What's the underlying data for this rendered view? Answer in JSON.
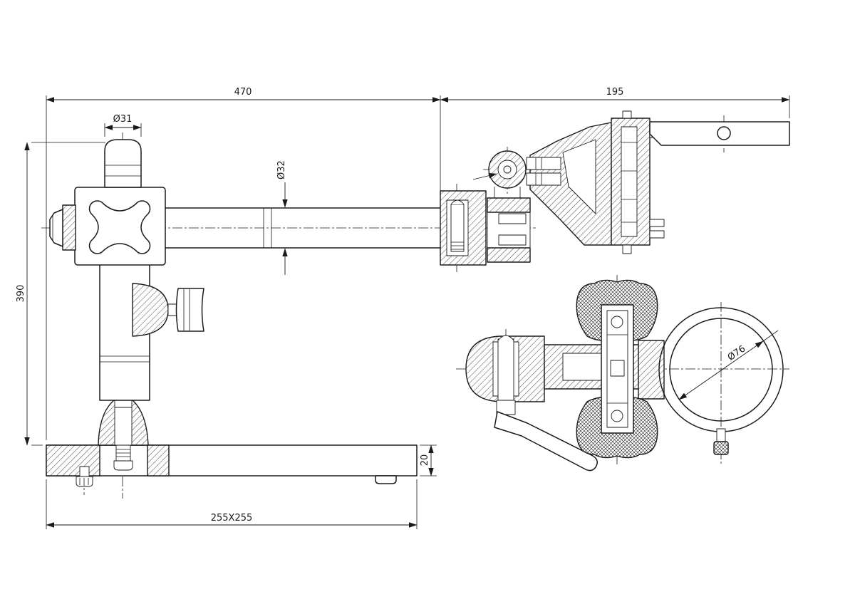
{
  "drawing": {
    "colors": {
      "line": "#1a1a1a",
      "background": "#ffffff"
    },
    "dimensions": {
      "arm_length": "470",
      "bracket_length": "195",
      "cap_diameter": "Ø31",
      "arm_diameter": "Ø32",
      "column_height": "390",
      "base_thickness": "20",
      "base_plan": "255X255",
      "ring_diameter": "Ø76"
    }
  }
}
